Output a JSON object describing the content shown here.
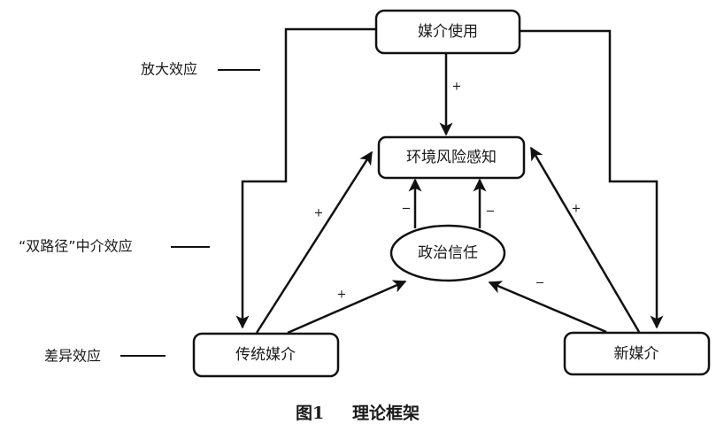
{
  "diagram": {
    "nodes": {
      "media_use": "媒介使用",
      "risk_perception": "环境风险感知",
      "political_trust": "政治信任",
      "traditional_media": "传统媒介",
      "new_media": "新媒介"
    },
    "side_labels": {
      "amplification": "放大效应",
      "dual_path": "“双路径”中介效应",
      "difference": "差异效应"
    },
    "edge_signs": {
      "media_use_to_risk": "+",
      "traditional_to_risk": "+",
      "traditional_to_trust": "+",
      "new_to_risk": "+",
      "new_to_trust": "−",
      "trust_to_risk_left": "−",
      "trust_to_risk_right": "−"
    },
    "caption": {
      "figure_number": "图1",
      "title": "理论框架"
    }
  }
}
